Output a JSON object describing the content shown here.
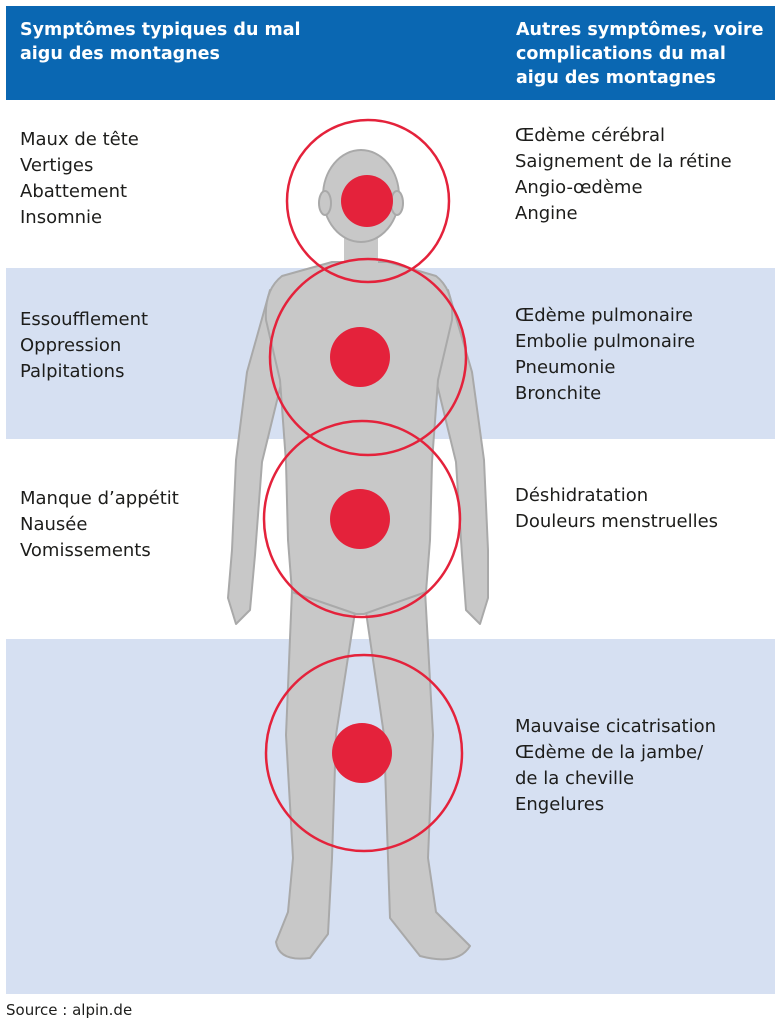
{
  "header": {
    "left": "Symptômes typiques du mal\naigu des montagnes",
    "right": "Autres symptômes, voire\ncomplications du mal\naigu des montagnes"
  },
  "rows": [
    {
      "region": "head",
      "typical": [
        "Maux de tête",
        "Vertiges",
        "Abattement",
        "Insomnie"
      ],
      "other": [
        "Œdème cérébral",
        "Saignement de la rétine",
        "Angio-œdème",
        "Angine"
      ]
    },
    {
      "region": "chest",
      "typical": [
        "Essoufflement",
        "Oppression",
        "Palpitations"
      ],
      "other": [
        "Œdème pulmonaire",
        "Embolie pulmonaire",
        "Pneumonie",
        "Bronchite"
      ]
    },
    {
      "region": "abdomen",
      "typical": [
        "Manque d’appétit",
        "Nausée",
        "Vomissements"
      ],
      "other": [
        "Déshidratation",
        "Douleurs menstruelles"
      ]
    },
    {
      "region": "legs",
      "typical": [],
      "other": [
        "Mauvaise cicatrisation",
        "Œdème de la jambe/",
        "de la cheville",
        "Engelures"
      ]
    }
  ],
  "source": "Source : alpin.de",
  "colors": {
    "header_bg": "#0a67b2",
    "band_alt": "#d6e0f2",
    "body_fill": "#c8c8c8",
    "body_outline": "#a9a9a9",
    "marker": "#e4223b"
  }
}
